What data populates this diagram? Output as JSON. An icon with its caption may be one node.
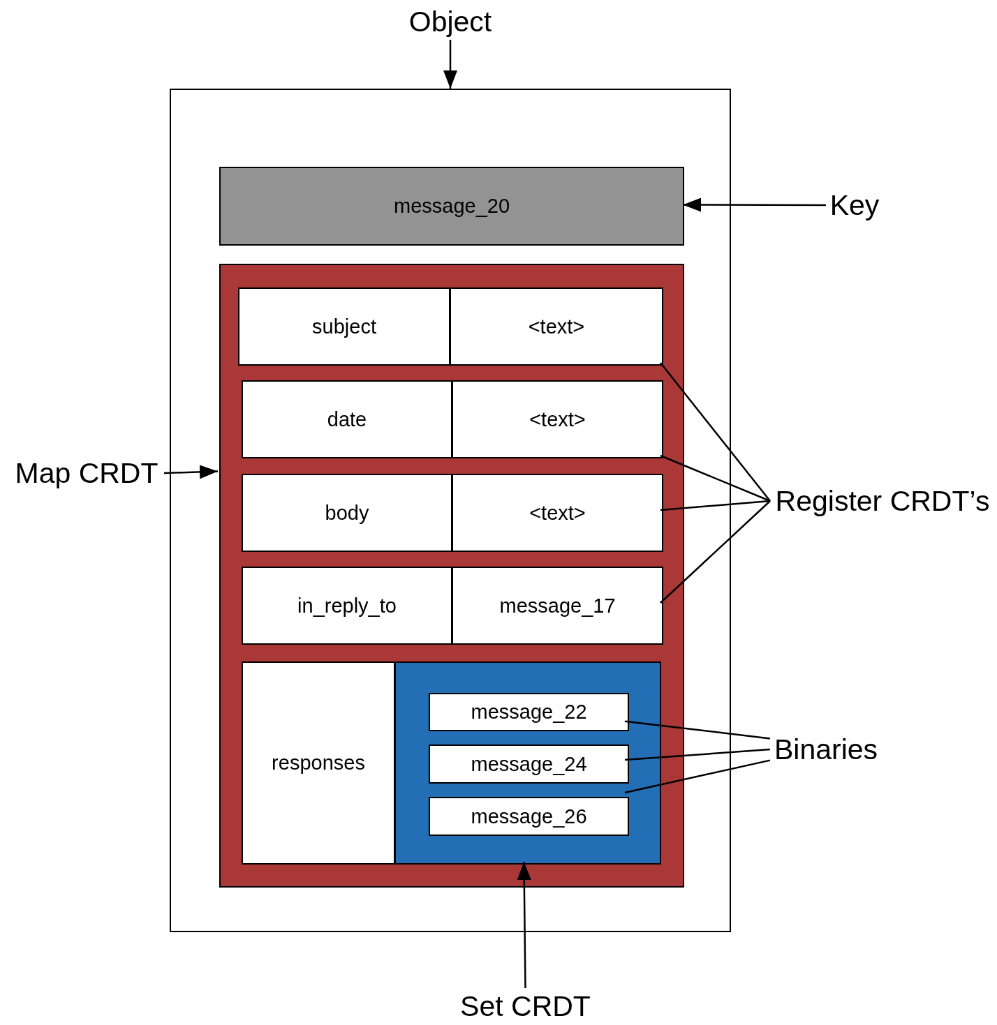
{
  "diagram": {
    "nodes": [
      {
        "text": [
          "Object"
        ]
      },
      {
        "text": [],
        "shape": "box"
      },
      {
        "text": [
          "message_20"
        ],
        "in": 1
      },
      {
        "text": [],
        "shape": "box",
        "in": 1
      },
      {
        "text": [
          "subject"
        ],
        "in": 3
      },
      {
        "text": [
          "<text>"
        ],
        "in": 3
      },
      {
        "text": [
          "date"
        ],
        "in": 3
      },
      {
        "text": [
          "<text>"
        ],
        "in": 3
      },
      {
        "text": [
          "body"
        ],
        "in": 3
      },
      {
        "text": [
          "<text>"
        ],
        "in": 3
      },
      {
        "text": [
          "in_reply_to"
        ],
        "in": 3
      },
      {
        "text": [
          "message_17"
        ],
        "in": 3
      },
      {
        "text": [
          "responses"
        ],
        "in": 3
      },
      {
        "text": [],
        "shape": "box",
        "in": 3
      },
      {
        "text": [
          "message_22"
        ],
        "in": 13
      },
      {
        "text": [
          "message_24"
        ],
        "in": 13
      },
      {
        "text": [
          "message_26"
        ],
        "in": 13
      },
      {
        "text": [
          "Key"
        ]
      },
      {
        "text": [
          "Map CRDT"
        ]
      },
      {
        "text": [
          "Register CRDT’s"
        ]
      },
      {
        "text": [
          "Binaries"
        ]
      },
      {
        "text": [
          "Set CRDT"
        ]
      }
    ],
    "edges": [
      {
        "from": 0,
        "to": 1,
        "arrow": "to"
      },
      {
        "from": 17,
        "to": 2,
        "arrow": "to"
      },
      {
        "from": 18,
        "to": 3,
        "arrow": "to"
      },
      {
        "from": 19,
        "to": 5,
        "arrow": "none"
      },
      {
        "from": 19,
        "to": 7,
        "arrow": "none"
      },
      {
        "from": 19,
        "to": 9,
        "arrow": "none"
      },
      {
        "from": 19,
        "to": 11,
        "arrow": "none"
      },
      {
        "from": 20,
        "to": 14,
        "arrow": "none"
      },
      {
        "from": 20,
        "to": 15,
        "arrow": "none"
      },
      {
        "from": 20,
        "to": 16,
        "arrow": "none"
      },
      {
        "from": 21,
        "to": 13,
        "arrow": "to"
      }
    ]
  }
}
